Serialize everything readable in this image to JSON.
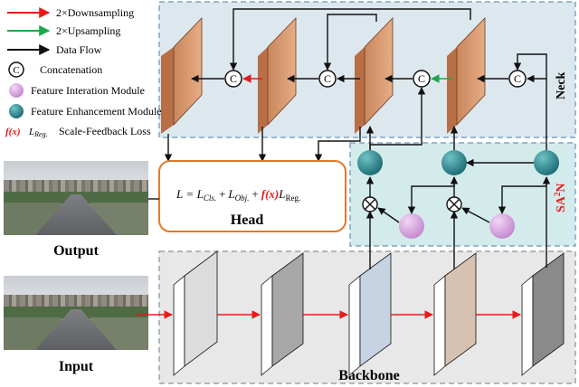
{
  "legend": {
    "downsampling": "2×Downsampling",
    "upsampling": "2×Upsampling",
    "data_flow": "Data Flow",
    "concatenation": "Concatenation",
    "concat_symbol": "C",
    "fim": "Feature Interation Module",
    "fem": "Feature Enhancement Module",
    "loss_fx": "f(x)",
    "loss_lreg": "L",
    "loss_lreg_sub": "Reg.",
    "loss_text": "Scale-Feedback Loss"
  },
  "sections": {
    "neck": "Neck",
    "head": "Head",
    "backbone": "Backbone",
    "sa2n": "SA",
    "sa2n_sup": "2",
    "sa2n_tail": "N"
  },
  "images": {
    "output_label": "Output",
    "input_label": "Input"
  },
  "formula": {
    "L": "L",
    "eq": "=",
    "Lcls": "L",
    "Lcls_sub": "Cls.",
    "plus1": "+",
    "Lobj": "L",
    "Lobj_sub": "Obj.",
    "plus2": "+",
    "fx": "f(x)",
    "Lreg": "L",
    "Lreg_sub": "Reg."
  },
  "colors": {
    "down_arrow": "#e8191b",
    "up_arrow": "#1aa84a",
    "flow_arrow": "#111111",
    "neck_block": "#d9996f",
    "fim": "#d9a6e0",
    "fem": "#2f8a8f",
    "head_border": "#e07a2a",
    "sa2n_text": "#e8191b",
    "neck_bg": "#dde7ee",
    "sa2n_bg": "#d4ebec",
    "backbone_bg": "#e8e8e8"
  }
}
